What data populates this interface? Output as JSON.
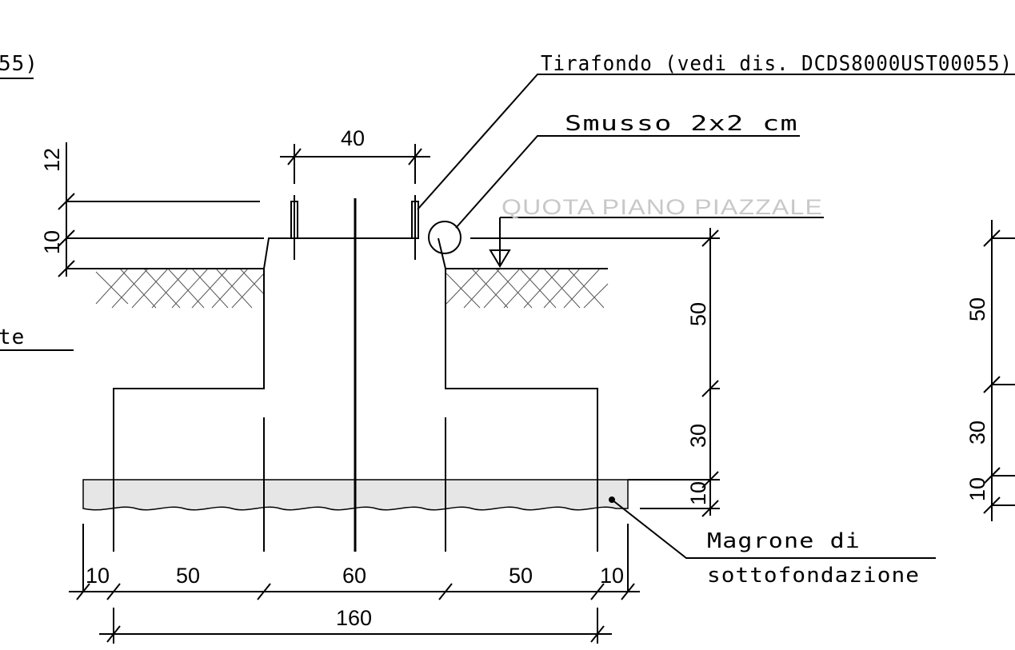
{
  "annotations": {
    "anchor_bolt": "Tirafondo (vedi dis. DCDS8000UST00055)",
    "anchor_bolt_left_cut": "55)",
    "chamfer": "Smusso 2x2 cm",
    "yard_level": "QUOTA PIANO PIAZZALE",
    "left_cut_label": "te",
    "lean_concrete_line1": "Magrone di",
    "lean_concrete_line2": "sottofondazione"
  },
  "dimensions": {
    "bolt_spacing": "40",
    "left_top": "12",
    "left_mid": "10",
    "right_collar": "50",
    "right_plinth": "30",
    "right_lean": "10",
    "bottom_10_left": "10",
    "bottom_50_left": "50",
    "bottom_60": "60",
    "bottom_50_right": "50",
    "bottom_10_right": "10",
    "bottom_total": "160",
    "far_right_50": "50",
    "far_right_30": "30",
    "far_right_10": "10"
  },
  "colors": {
    "ink": "#000000",
    "ghost_text": "#c8c8c8",
    "lean_concrete_fill": "#e6e6e6"
  }
}
